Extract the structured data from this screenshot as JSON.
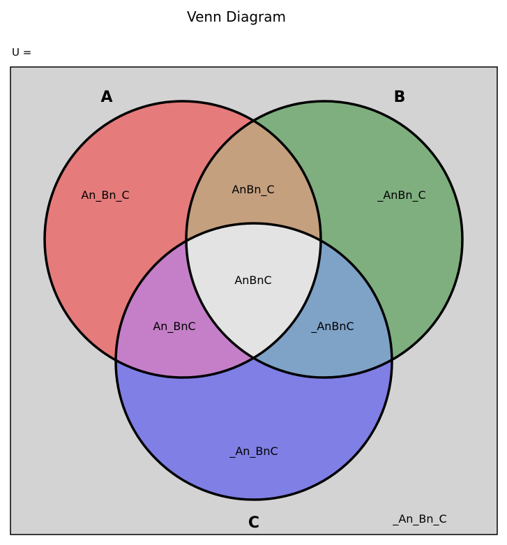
{
  "title": "Venn Diagram",
  "universe_label": "U =",
  "sets": {
    "a": {
      "label": "A",
      "color": "#e57b7b"
    },
    "b": {
      "label": "B",
      "color": "#7faf7f"
    },
    "c": {
      "label": "C",
      "color": "#7f7fe5"
    }
  },
  "colors": {
    "universe_fill": "#d3d3d3",
    "ab_only": "#c4a07f",
    "ac_only": "#c57fc8",
    "bc_only": "#7fa2c7",
    "abc": "#e3e3e3",
    "outline": "#000000"
  },
  "regions": {
    "a_only": "An_Bn_C",
    "b_only": "_AnBn_C",
    "c_only": "_An_BnC",
    "ab_only": "AnBn_C",
    "ac_only": "An_BnC",
    "bc_only": "_AnBnC",
    "abc": "AnBnC",
    "none": "_An_Bn_C"
  }
}
